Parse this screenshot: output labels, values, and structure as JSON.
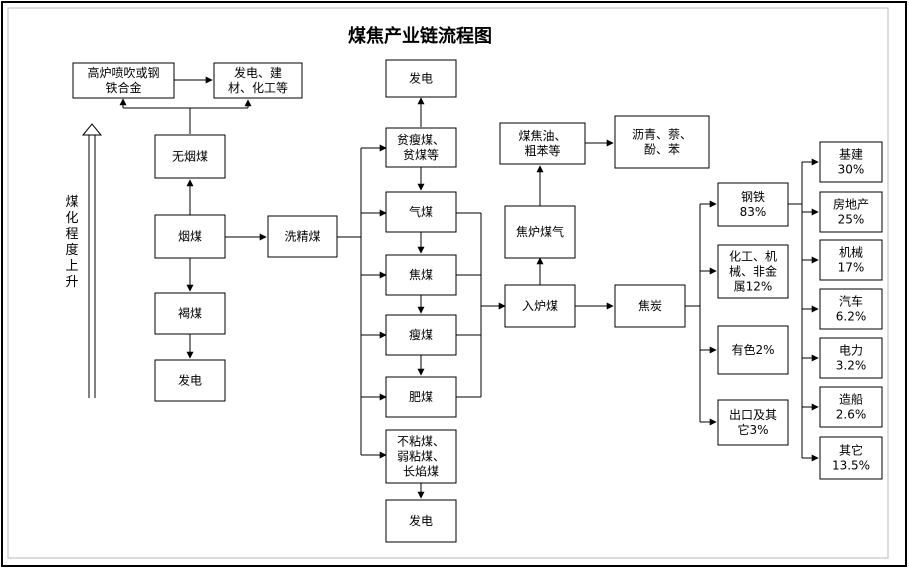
{
  "title": "煤焦产业链流程图",
  "side_label": "煤化程度上升",
  "nodes": {
    "blast": [
      "高炉喷吹或钢",
      "铁合金"
    ],
    "power_top": [
      "发电、建",
      "材、化工等"
    ],
    "anthracite": [
      "无烟煤"
    ],
    "bituminous": [
      "烟煤"
    ],
    "lignite": [
      "褐煤"
    ],
    "power_lignite": [
      "发电"
    ],
    "washed": [
      "洗精煤"
    ],
    "power_1": [
      "发电"
    ],
    "lean": [
      "贫瘦煤、",
      "贫煤等"
    ],
    "gas_coal": [
      "气煤"
    ],
    "coking_coal": [
      "焦煤"
    ],
    "lean_coal": [
      "瘦煤"
    ],
    "fat_coal": [
      "肥煤"
    ],
    "noncaking": [
      "不粘煤、",
      "弱粘煤、",
      "长焰煤"
    ],
    "power_2": [
      "发电"
    ],
    "tar": [
      "煤焦油、",
      "粗苯等"
    ],
    "asphalt": [
      "沥青、萘、",
      "酚、苯"
    ],
    "coke_gas": [
      "焦炉煤气"
    ],
    "furnace_coal": [
      "入炉煤"
    ],
    "coke": [
      "焦炭"
    ],
    "steel": [
      "钢铁",
      "83%"
    ],
    "chem": [
      "化工、机",
      "械、非金",
      "属12%"
    ],
    "nonferrous": [
      "有色2%"
    ],
    "export": [
      "出口及其",
      "它3%"
    ],
    "construction": [
      "基建",
      "30%"
    ],
    "realestate": [
      "房地产",
      "25%"
    ],
    "machinery": [
      "机械",
      "17%"
    ],
    "auto": [
      "汽车",
      "6.2%"
    ],
    "electric": [
      "电力",
      "3.2%"
    ],
    "ship": [
      "造船",
      "2.6%"
    ],
    "other": [
      "其它",
      "13.5%"
    ]
  }
}
